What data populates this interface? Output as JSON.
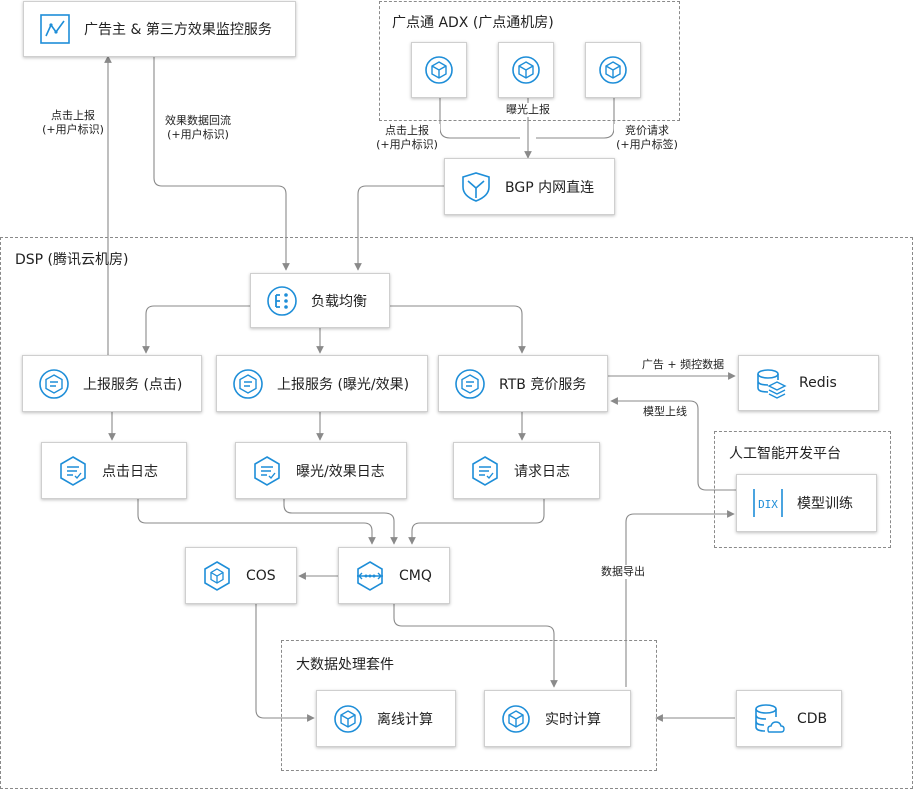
{
  "groups": {
    "adx": "广点通 ADX (广点通机房)",
    "dsp": "DSP (腾讯云机房)",
    "ai": "人工智能开发平台",
    "bigdata": "大数据处理套件"
  },
  "nodes": {
    "advertiser": "广告主 & 第三方效果监控服务",
    "bgp": "BGP 内网直连",
    "lb": "负载均衡",
    "report_click": "上报服务 (点击)",
    "report_expose": "上报服务 (曝光/效果)",
    "rtb": "RTB 竞价服务",
    "redis": "Redis",
    "click_log": "点击日志",
    "expose_log": "曝光/效果日志",
    "request_log": "请求日志",
    "model_train": "模型训练",
    "cos": "COS",
    "cmq": "CMQ",
    "offline": "离线计算",
    "realtime": "实时计算",
    "cdb": "CDB"
  },
  "edge_labels": {
    "click_report": [
      "点击上报",
      "(+用户标识)"
    ],
    "effect_return": [
      "效果数据回流",
      "(+用户标识)"
    ],
    "adx_click": [
      "点击上报",
      "(+用户标识)"
    ],
    "adx_expose": [
      "曝光上报"
    ],
    "adx_bid": [
      "竞价请求",
      "(+用户标签)"
    ],
    "redis_data": [
      "广告 + 频控数据"
    ],
    "model_online": [
      "模型上线"
    ],
    "data_export": [
      "数据导出"
    ]
  },
  "icons": {
    "advertiser": "line-chart-monitor-icon",
    "adx_server": "cube-server-icon",
    "bgp": "bgp-shield-icon",
    "lb": "load-balancer-icon",
    "service": "cvm-service-icon",
    "log": "log-document-icon",
    "redis": "redis-stack-icon",
    "ti": "dix-ai-icon",
    "cos": "cos-box-icon",
    "cmq": "cmq-queue-icon",
    "compute": "compute-cube-icon",
    "cdb": "cdb-database-icon"
  },
  "colors": {
    "accent": "#1e8ed8",
    "line": "#8a8a8a",
    "border": "#cfcfcf"
  }
}
